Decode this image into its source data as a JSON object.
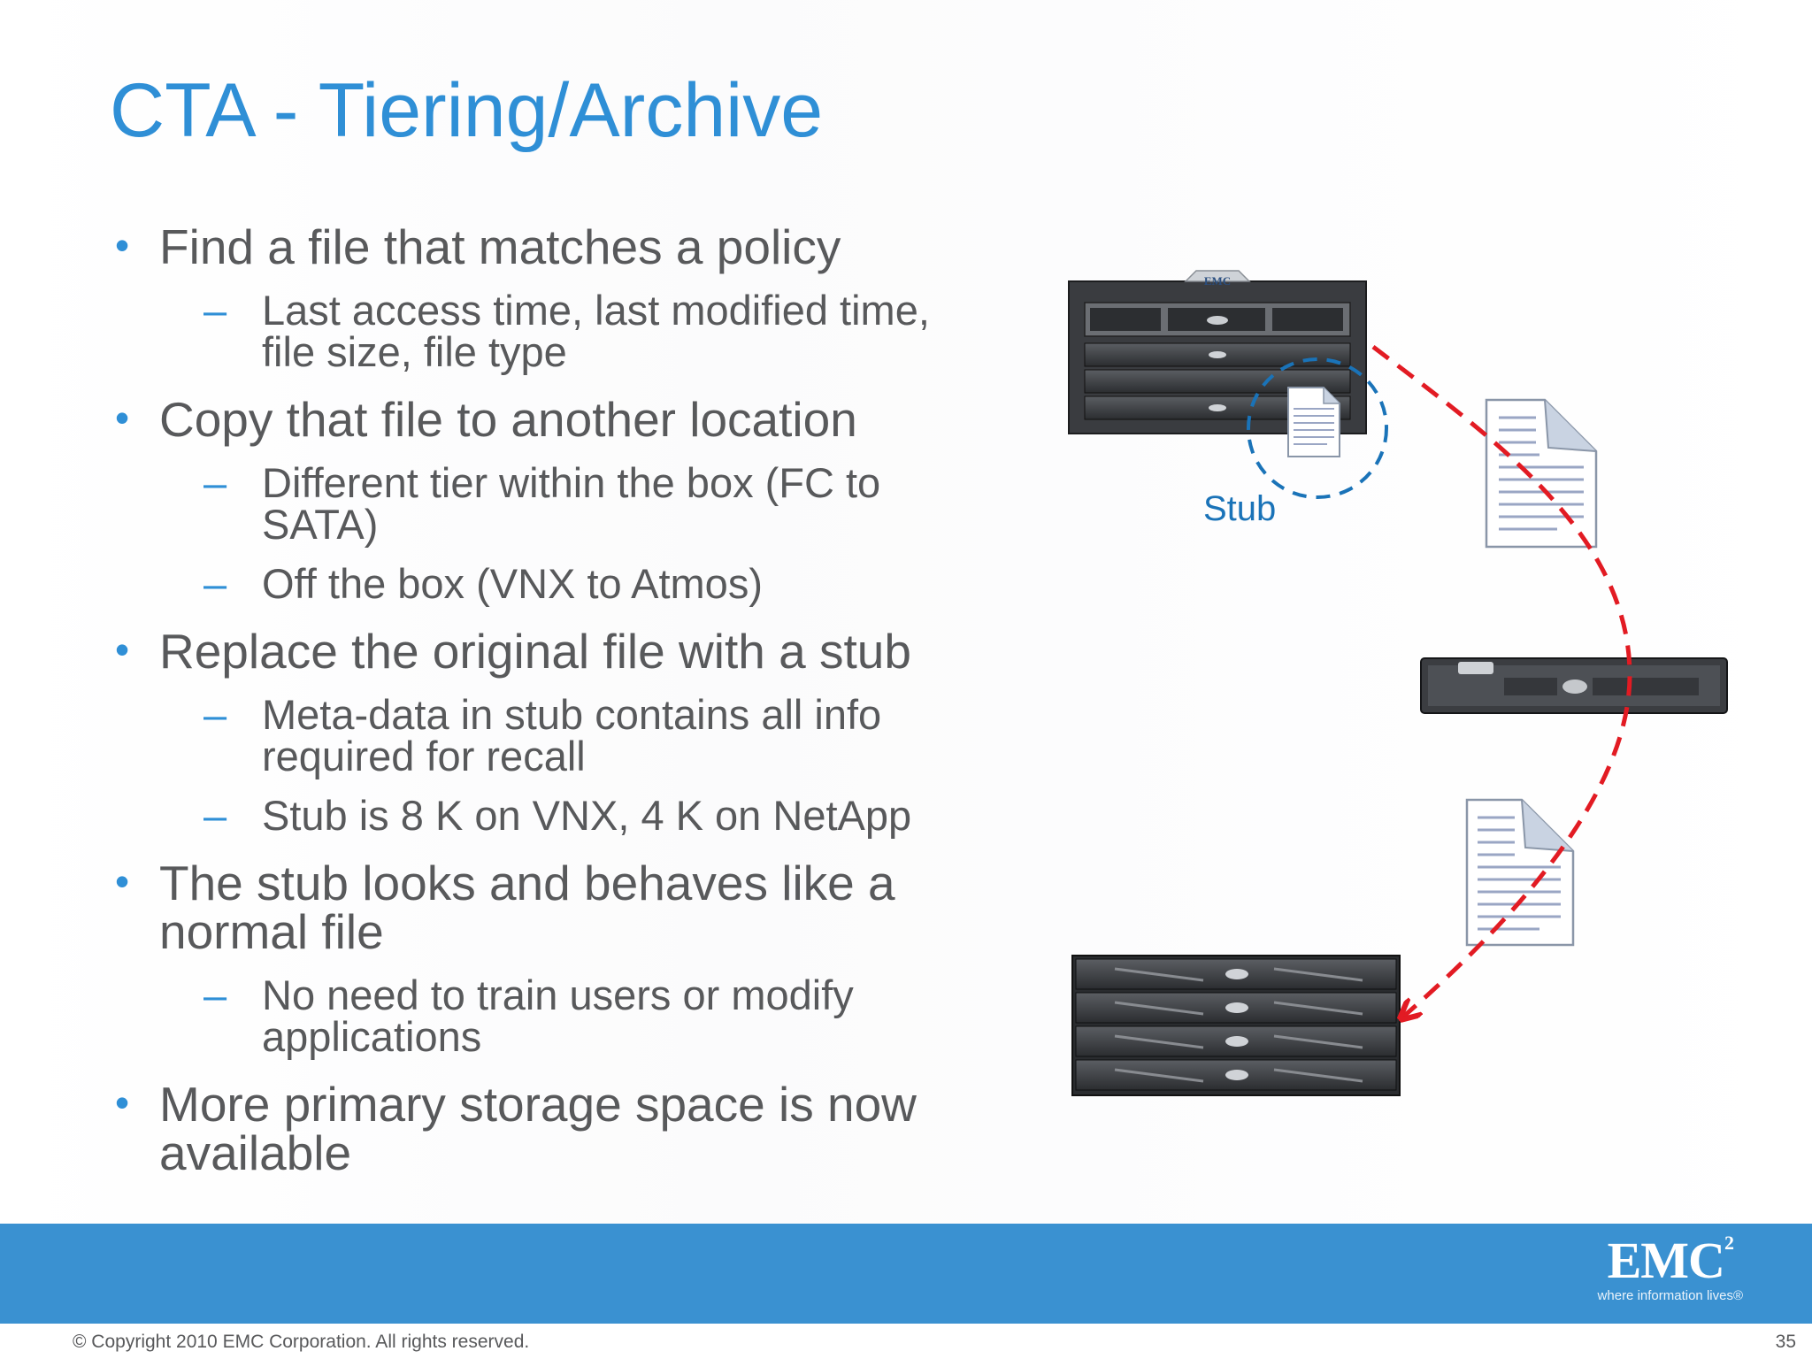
{
  "slide": {
    "title": "CTA - Tiering/Archive",
    "bullets": [
      {
        "text": "Find a file that matches a policy",
        "sub": [
          "Last access time, last modified time, file size, file type"
        ]
      },
      {
        "text": "Copy that file to another location",
        "sub": [
          "Different tier within the box (FC to SATA)",
          "Off the box (VNX to Atmos)"
        ]
      },
      {
        "text": "Replace the original file with a stub",
        "sub": [
          "Meta-data in stub contains all info required for recall",
          "Stub is 8 K on VNX, 4 K on NetApp"
        ]
      },
      {
        "text": "The stub looks and behaves like a normal file",
        "sub": [
          "No need to train users or modify applications"
        ]
      },
      {
        "text": "More primary storage space is now available",
        "sub": []
      }
    ]
  },
  "diagram": {
    "stub_label": "Stub",
    "array_badge": "EMC",
    "arrow_color": "#e21b23",
    "stub_circle_color": "#1a73b8"
  },
  "footer": {
    "copyright": "© Copyright 2010 EMC Corporation. All rights reserved.",
    "page_number": "35",
    "logo_text": "EMC",
    "logo_superscript": "2",
    "logo_tagline": "where information lives®",
    "bar_color": "#3a91d1"
  }
}
